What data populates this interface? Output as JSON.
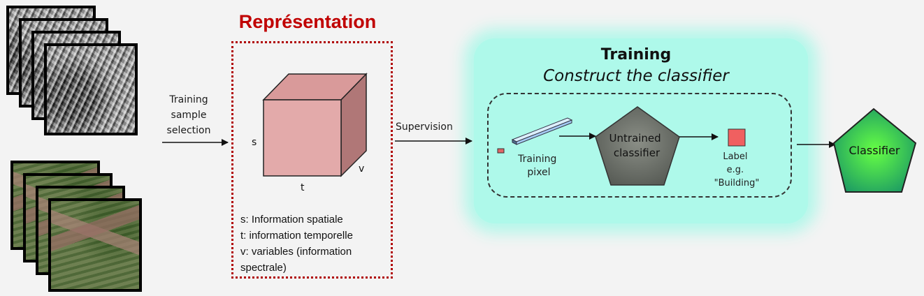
{
  "left_labels": {
    "sample_selection": [
      "Training",
      "sample",
      "selection"
    ],
    "supervision": "Supervision"
  },
  "representation": {
    "title": "Représentation",
    "axis_s": "s",
    "axis_t": "t",
    "axis_v": "v",
    "legend": [
      "s: Information spatiale",
      "t: information temporelle",
      "v: variables (information",
      "spectrale)"
    ]
  },
  "training": {
    "title": "Training",
    "subtitle": "Construct the classifier",
    "pixel_label": [
      "Training",
      "pixel"
    ],
    "untrained": [
      "Untrained",
      "classifier"
    ],
    "label_text": [
      "Label",
      "e.g.",
      "\"Building\""
    ]
  },
  "output": {
    "classifier": "Classifier"
  },
  "colors": {
    "rep_red": "#c00000",
    "glow": "#aef9ea",
    "cube_front": "#e3aaaa",
    "cube_side": "#b07777",
    "pentagon_gray": "#6b6f69",
    "classifier_green": "#2fcf55",
    "label_red": "#f06060"
  }
}
